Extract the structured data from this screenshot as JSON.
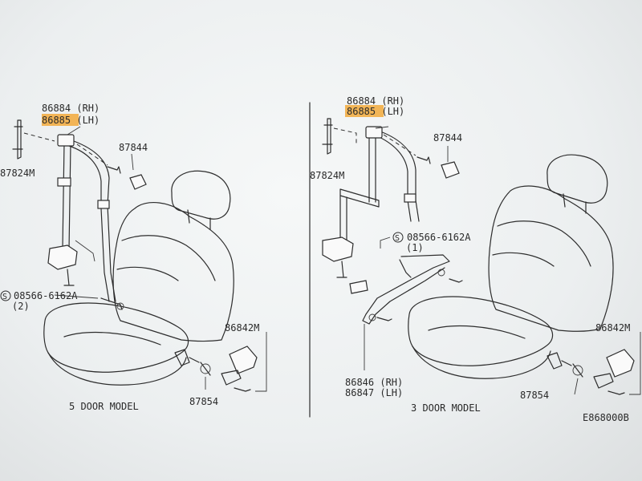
{
  "diagram": {
    "part_numbers": {
      "belt_rh": "86884 (RH)",
      "belt_lh": "86885 (LH)",
      "cover": "87844",
      "anchor_upper": "87824M",
      "bolt": "08566-6162A",
      "buckle": "86842M",
      "cover_lower": "87854",
      "bracket_rh": "86846 (RH)",
      "bracket_lh": "86847 (LH)"
    },
    "quantities": {
      "left_bolt_qty": "(2)",
      "right_bolt_qty": "(1)"
    },
    "captions": {
      "left_model": "5 DOOR MODEL",
      "right_model": "3 DOOR MODEL"
    },
    "diagram_code": "E868000B",
    "highlight_color": "#f2a93b"
  }
}
